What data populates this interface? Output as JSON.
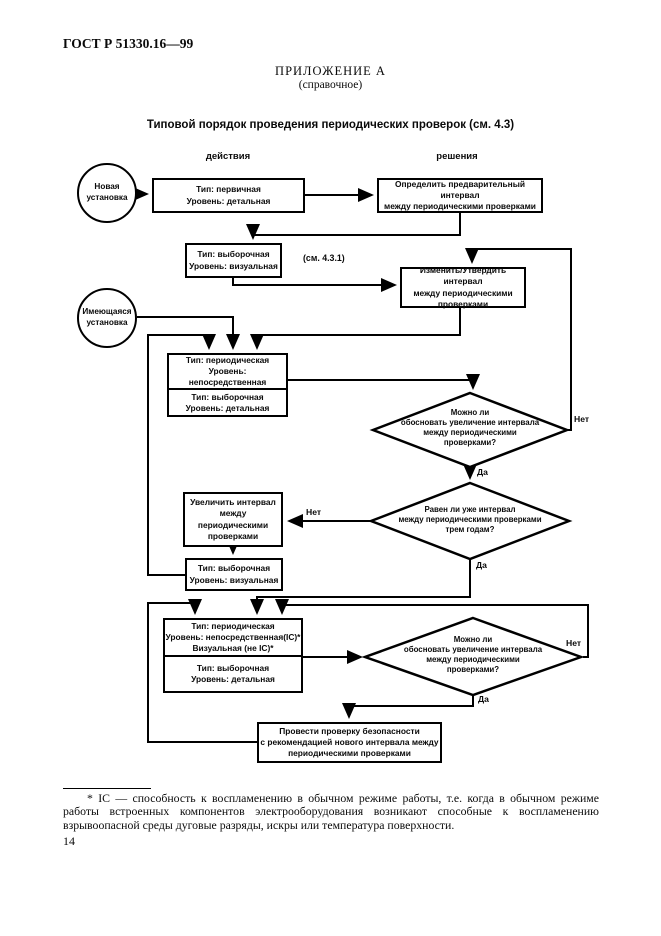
{
  "page": {
    "doc_code": "ГОСТ Р 51330.16—99",
    "appendix_title": "ПРИЛОЖЕНИЕ А",
    "appendix_subtitle": "(справочное)",
    "figure_title": "Типовой порядок проведения периодических проверок (см. 4.3)",
    "footnote": "* IC — способность к воспламенению в обычном режиме работы, т.е. когда в обычном режиме работы встроенных компонентов электрооборудования возникают способные к воспламенению взрывоопасной среды дуговые разряды, искры или температура поверхности.",
    "page_number": "14"
  },
  "flow": {
    "col_actions": "действия",
    "col_decisions": "решения",
    "label_yes": "Да",
    "label_no": "Нет",
    "see_ref": "(см. 4.3.1)",
    "start_new": [
      "Новая",
      "установка"
    ],
    "start_existing": [
      "Имеющаяся",
      "установка"
    ],
    "box_initial": [
      "Тип: первичная",
      "Уровень: детальная"
    ],
    "box_determine": [
      "Определить предварительный интервал",
      "между периодическими проверками"
    ],
    "box_sample_visual": [
      "Тип: выборочная",
      "Уровень: визуальная"
    ],
    "box_change": [
      "Изменить/Утвердить интервал",
      "между периодическими",
      "проверками"
    ],
    "box_periodic1": {
      "top": [
        "Тип: периодическая",
        "Уровень: непосредственная"
      ],
      "bottom": [
        "Тип: выборочная",
        "Уровень: детальная"
      ]
    },
    "diamond1": [
      "Можно ли",
      "обосновать увеличение интервала",
      "между периодическими",
      "проверками?"
    ],
    "diamond2": [
      "Равен ли уже интервал",
      "между периодическими проверками",
      "трем годам?"
    ],
    "box_increase": [
      "Увеличить интервал",
      "между",
      "периодическими",
      "проверками"
    ],
    "box_sample_visual2": [
      "Тип: выборочная",
      "Уровень: визуальная"
    ],
    "box_periodic2": {
      "top": [
        "Тип: периодическая",
        "Уровень: непосредственная(IC)*",
        "Визуальная (не IC)*"
      ],
      "bottom": [
        "Тип: выборочная",
        "Уровень: детальная"
      ]
    },
    "diamond3": [
      "Можно ли",
      "обосновать увеличение интервала",
      "между периодическими",
      "проверками?"
    ],
    "box_safety": [
      "Провести проверку безопасности",
      "с рекомендацией нового интервала между",
      "периодическими проверками"
    ]
  }
}
